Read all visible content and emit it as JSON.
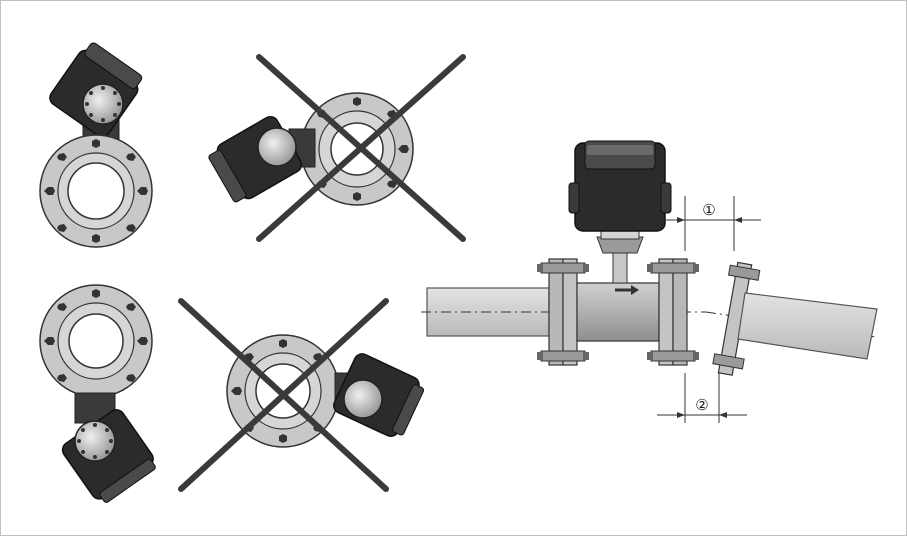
{
  "callouts": [
    {
      "id": "1",
      "label": "①"
    },
    {
      "id": "2",
      "label": "②"
    }
  ],
  "colors": {
    "flange": "#c8c8c8",
    "flange_inner_ring": "#d6d6d6",
    "bolt": "#333333",
    "housing": "#2b2b2b",
    "housing_top": "#555555",
    "pipe": "#cfcfcf",
    "meter_body": "#b4b4b4",
    "cross": "#3a3a3a",
    "outline": "#333333",
    "arrow": "#333333"
  },
  "icons": {
    "cross_mark": "x-cross-icon",
    "flow_direction": "arrow-right-icon"
  }
}
